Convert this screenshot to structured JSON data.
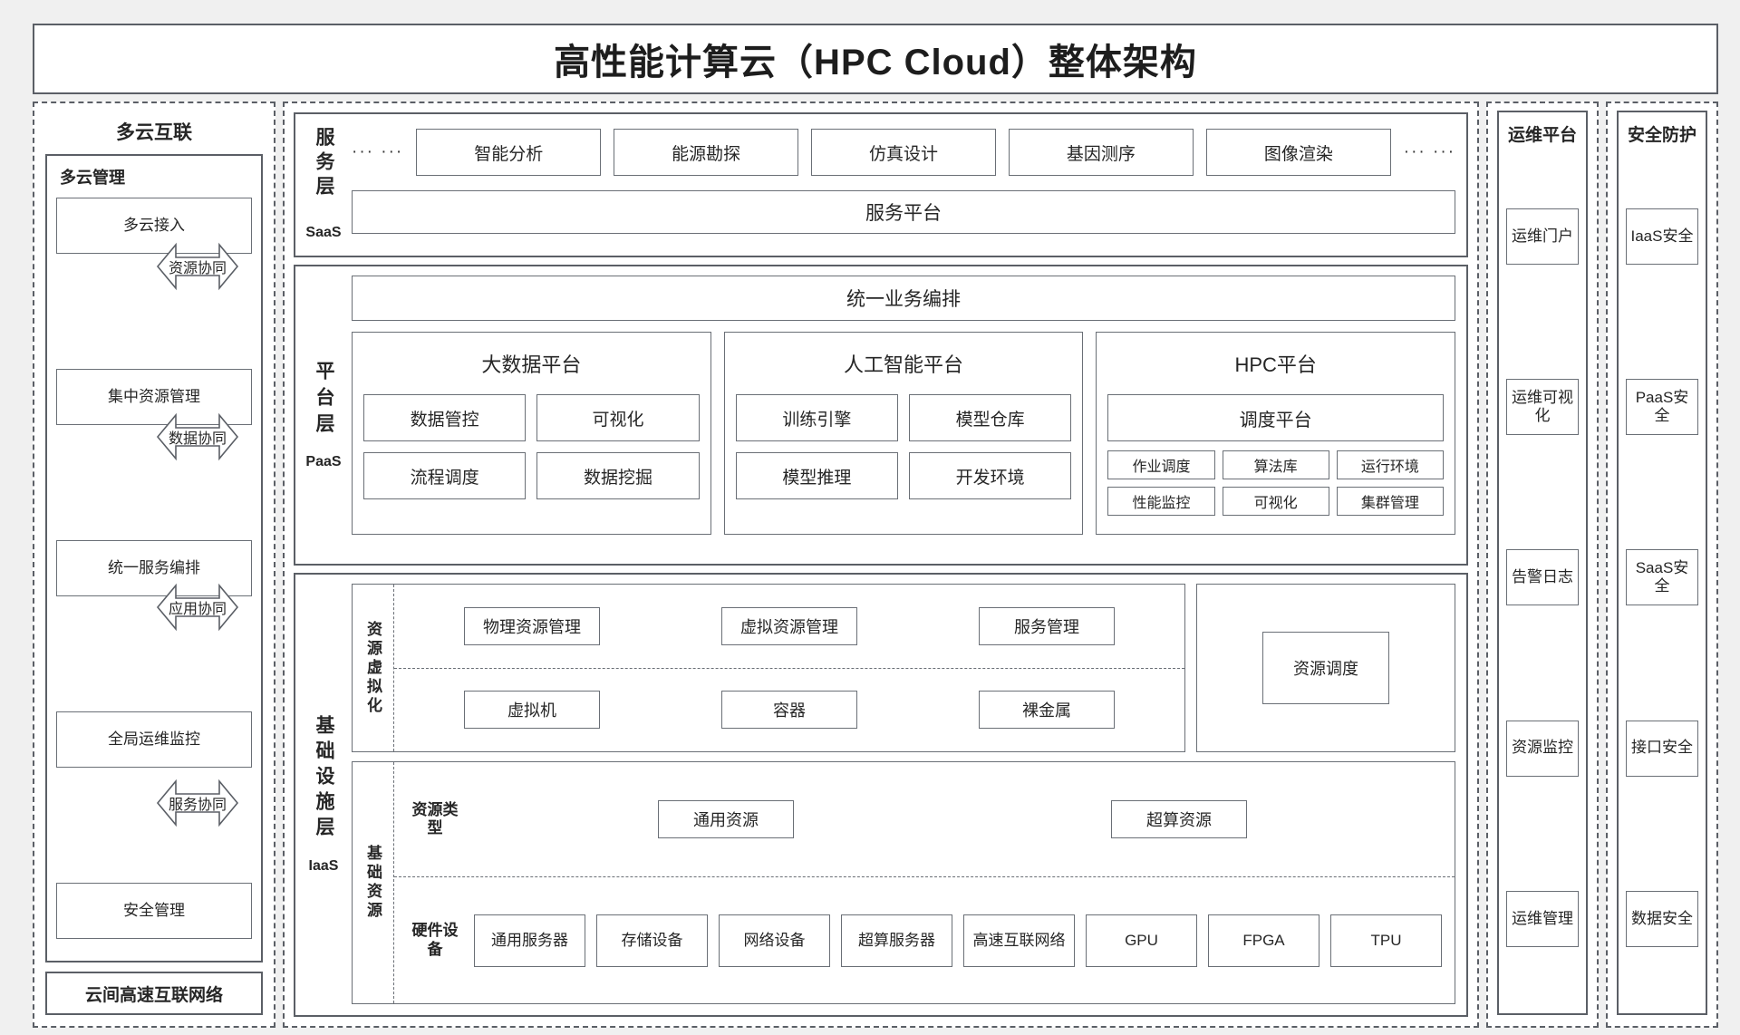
{
  "title": "高性能计算云（HPC Cloud）整体架构",
  "multicloud": {
    "header": "多云互联",
    "sub_header": "多云管理",
    "items": [
      "多云接入",
      "集中资源管理",
      "统一服务编排",
      "全局运维监控",
      "安全管理"
    ],
    "network_bar": "云间高速互联网络"
  },
  "arrows": [
    "资源协同",
    "数据协同",
    "应用协同",
    "服务协同"
  ],
  "saas": {
    "layer_name": "服务层",
    "abbr": "SaaS",
    "left_dots": "··· ···",
    "right_dots": "··· ···",
    "apps": [
      "智能分析",
      "能源勘探",
      "仿真设计",
      "基因测序",
      "图像渲染"
    ],
    "platform": "服务平台"
  },
  "paas": {
    "layer_name": "平台层",
    "abbr": "PaaS",
    "orchestration": "统一业务编排",
    "platforms": [
      {
        "name": "大数据平台",
        "cells": [
          "数据管控",
          "可视化",
          "流程调度",
          "数据挖掘"
        ]
      },
      {
        "name": "人工智能平台",
        "cells": [
          "训练引擎",
          "模型仓库",
          "模型推理",
          "开发环境"
        ]
      }
    ],
    "hpc": {
      "name": "HPC平台",
      "scheduler": "调度平台",
      "cells": [
        "作业调度",
        "算法库",
        "运行环境",
        "性能监控",
        "可视化",
        "集群管理"
      ]
    }
  },
  "iaas": {
    "layer_name": "基础设施层",
    "abbr": "IaaS",
    "virtualization": {
      "side_label": "资源虚拟化",
      "top": [
        "物理资源管理",
        "虚拟资源管理",
        "服务管理"
      ],
      "bottom": [
        "虚拟机",
        "容器",
        "裸金属"
      ],
      "scheduling": "资源调度"
    },
    "base_resource": {
      "side_label": "基础资源",
      "type_label": "资源类型",
      "types": [
        "通用资源",
        "超算资源"
      ],
      "hw_label": "硬件设备",
      "hardware": [
        "通用服务器",
        "存储设备",
        "网络设备",
        "超算服务器",
        "高速互联网络",
        "GPU",
        "FPGA",
        "TPU"
      ]
    }
  },
  "ops": {
    "header": "运维平台",
    "items": [
      "运维门户",
      "运维可视化",
      "告警日志",
      "资源监控",
      "运维管理"
    ]
  },
  "security": {
    "header": "安全防护",
    "items": [
      "IaaS安全",
      "PaaS安全",
      "SaaS安全",
      "接口安全",
      "数据安全"
    ]
  }
}
